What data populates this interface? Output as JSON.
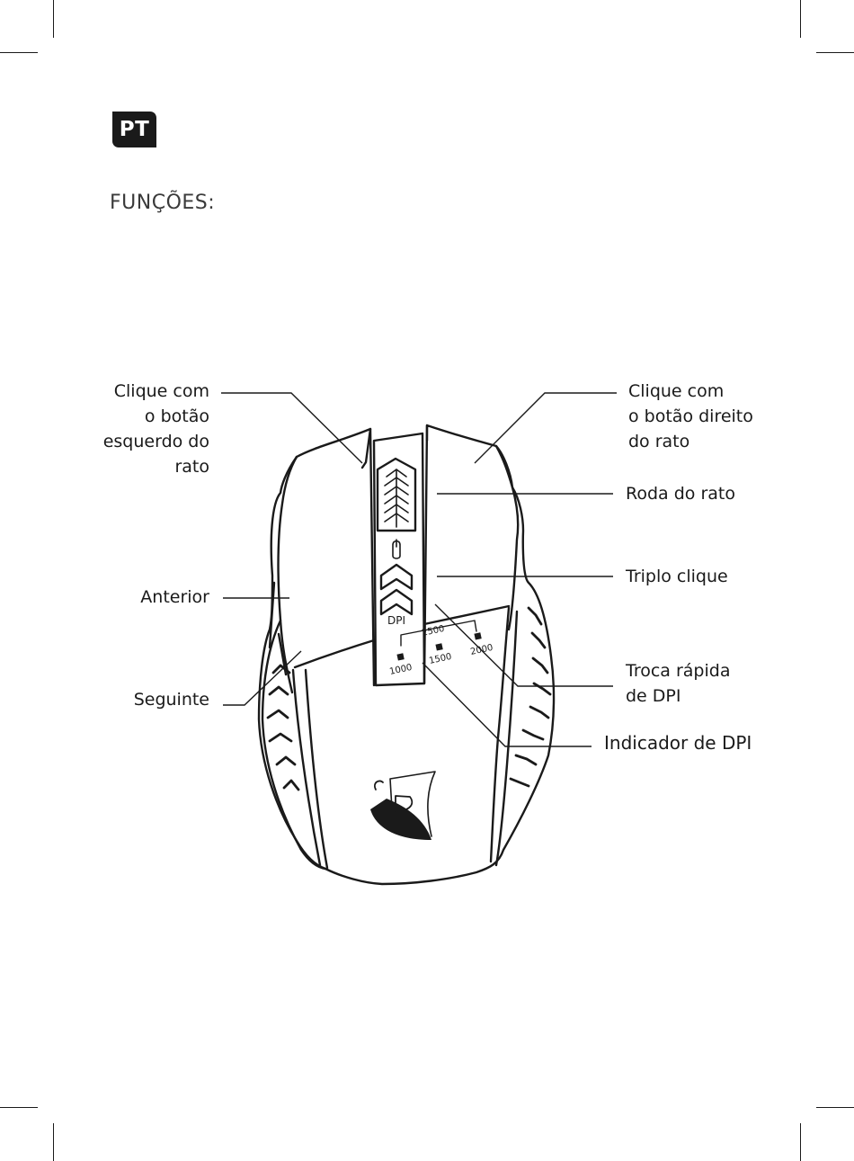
{
  "page": {
    "language_badge": "PT",
    "title": "FUNÇÕES:"
  },
  "labels": {
    "left_click": [
      "Clique com",
      "o botão",
      "esquerdo do",
      "rato"
    ],
    "right_click": [
      "Clique com",
      "o botão direito",
      "do rato"
    ],
    "scroll_wheel": "Roda do rato",
    "triple_click": "Triplo clique",
    "back": "Anterior",
    "forward": "Seguinte",
    "dpi_switch": [
      "Troca rápida",
      "de DPI"
    ],
    "dpi_indicator": "Indicador de DPI"
  },
  "mouse": {
    "dpi_button_label": "DPI",
    "dpi_values": [
      "1000",
      "1500",
      "2000",
      "2500"
    ]
  },
  "colors": {
    "ink": "#1a1a1a",
    "background": "#ffffff"
  }
}
